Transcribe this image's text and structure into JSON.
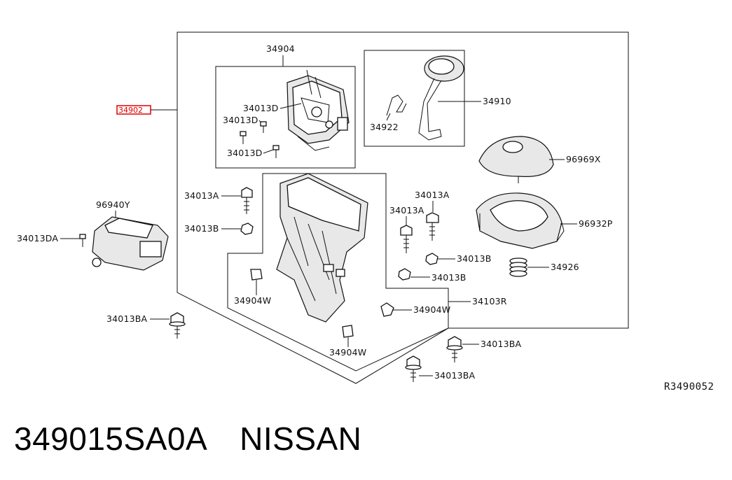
{
  "diagram": {
    "labels": {
      "l_34902": "34902",
      "l_34904": "34904",
      "l_34013d_a": "34013D",
      "l_34013d_b": "34013D",
      "l_34013d_c": "34013D",
      "l_34910": "34910",
      "l_34922": "34922",
      "l_96969x": "96969X",
      "l_96932p": "96932P",
      "l_34926": "34926",
      "l_96940y": "96940Y",
      "l_34013da": "34013DA",
      "l_34013a_left": "34013A",
      "l_34013b_left": "34013B",
      "l_34013a_right1": "34013A",
      "l_34013a_right2": "34013A",
      "l_34013b_right1": "34013B",
      "l_34013b_right2": "34013B",
      "l_34904w_1": "34904W",
      "l_34904w_2": "34904W",
      "l_34904w_3": "34904W",
      "l_34103r": "34103R",
      "l_34013ba_1": "34013BA",
      "l_34013ba_2": "34013BA",
      "l_34013ba_3": "34013BA"
    },
    "reference_code": "R3490052"
  },
  "caption": {
    "part_number": "349015SA0A",
    "brand": "NISSAN"
  }
}
